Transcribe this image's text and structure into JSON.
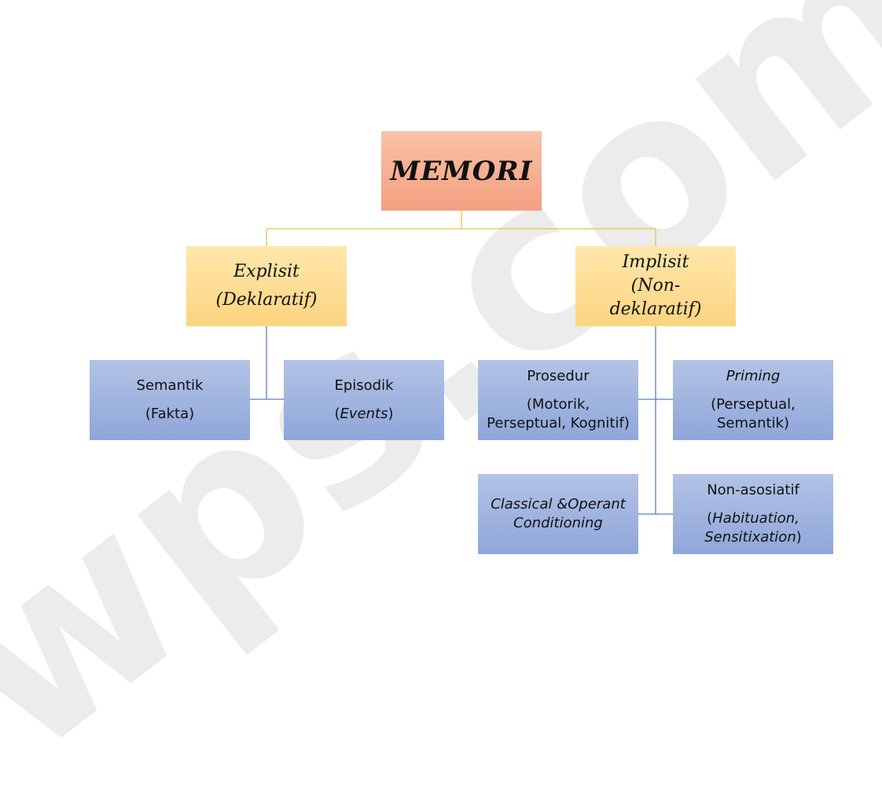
{
  "watermark": "wps.com",
  "root": {
    "label": "MEMORI"
  },
  "explicit": {
    "line1": "Explisit",
    "line2": "(Deklaratif)"
  },
  "implicit": {
    "line1": "Implisit",
    "line2": "(Non-",
    "line3": "deklaratif)"
  },
  "semantik": {
    "title": "Semantik",
    "sub": "(Fakta)"
  },
  "episodik": {
    "title": "Episodik",
    "sub_open": "(",
    "sub_italic": "Events",
    "sub_close": ")"
  },
  "prosedur": {
    "title": "Prosedur",
    "sub1": "(Motorik,",
    "sub2": "Perseptual, Kognitif)"
  },
  "priming": {
    "title": "Priming",
    "sub1": "(Perseptual,",
    "sub2": "Semantik)"
  },
  "classical": {
    "line1": "Classical &Operant",
    "line2": "Conditioning"
  },
  "nonasosiatif": {
    "title": "Non-asosiatif",
    "sub1_open": "(",
    "sub1_italic": "Habituation,",
    "sub2_italic": "Sensitixation",
    "sub2_close": ")"
  },
  "colors": {
    "root_fill": "#f3a081",
    "category_fill": "#fcd47f",
    "leaf_fill": "#8fa6da",
    "connector_top": "#e8c24a",
    "connector_bottom": "#5b7cc2"
  }
}
